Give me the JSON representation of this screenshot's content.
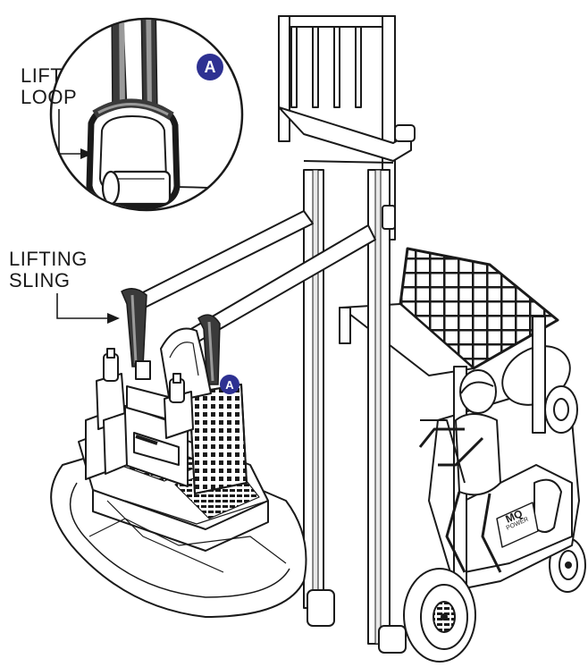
{
  "callouts": {
    "lift_loop": [
      "LIFT",
      "LOOP"
    ],
    "lifting_sling": [
      "LIFTING",
      "SLING"
    ],
    "badge_letter": "A"
  },
  "badges": [
    {
      "letter": "A"
    },
    {
      "letter": "A"
    }
  ],
  "markings": {
    "brand": "MQ",
    "brand_sub": "POWER"
  },
  "colors": {
    "badge_fill": "#2e3192",
    "line": "#1a1a1a",
    "sling_dark": "#3a3a3a",
    "sling_light": "#9a9a9a"
  },
  "icons": [
    "forklift-illustration",
    "trowel-illustration",
    "lift-loop-detail",
    "arrow-icon"
  ]
}
